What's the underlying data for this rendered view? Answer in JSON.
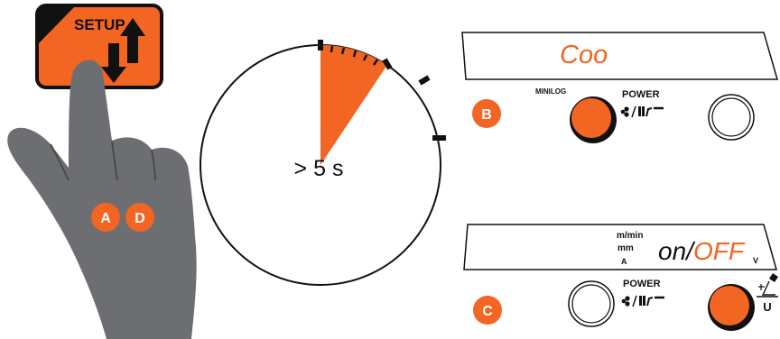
{
  "setup_key": {
    "label": "SETUP"
  },
  "timer": {
    "label": "> 5 s"
  },
  "markers": {
    "a": "A",
    "d": "D",
    "b": "B",
    "c": "C"
  },
  "panel_top": {
    "display_text": "Coo",
    "minilog_label": "MINILOG",
    "power_label": "POWER"
  },
  "panel_bottom": {
    "units": [
      "m/min",
      "mm",
      "A"
    ],
    "unit_v": "V",
    "display_on": "on/",
    "display_off": "OFF",
    "power_label": "POWER",
    "u_label": "U"
  },
  "colors": {
    "accent": "#F26522",
    "dark": "#111111",
    "hand": "#6d6e71",
    "hand_dark": "#4a4b4d"
  },
  "icons": [
    "setup-arrows-icon",
    "pointing-hand-icon",
    "gas-wire-icon",
    "torch-icon"
  ]
}
